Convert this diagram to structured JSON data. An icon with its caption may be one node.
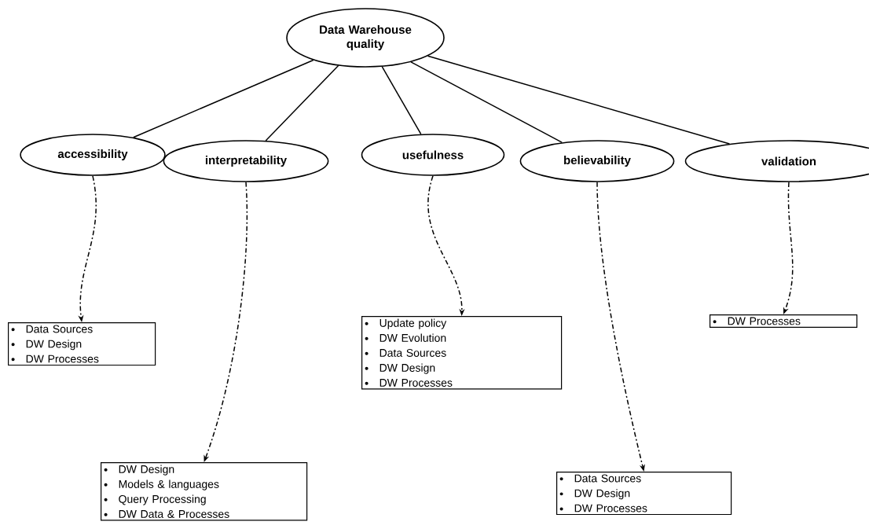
{
  "diagram": {
    "nodes": [
      {
        "text": [
          "Data Warehouse quality"
        ]
      },
      {
        "text": [
          "accessibility"
        ]
      },
      {
        "text": [
          "interpretability"
        ]
      },
      {
        "text": [
          "usefulness"
        ]
      },
      {
        "text": [
          "believability"
        ]
      },
      {
        "text": [
          "validation"
        ]
      },
      {
        "text": [
          "Data Sources",
          "DW Design",
          "DW Processes"
        ]
      },
      {
        "text": [
          "DW Design",
          "Models & languages",
          "Query Processing",
          "DW Data & Processes"
        ]
      },
      {
        "text": [
          "Update policy",
          "DW Evolution",
          "Data Sources",
          "DW Design",
          "DW Processes"
        ]
      },
      {
        "text": [
          "Data Sources",
          "DW Design",
          "DW Processes"
        ]
      },
      {
        "text": [
          "DW Processes"
        ]
      }
    ],
    "edges": [
      {
        "from": 0,
        "to": 1,
        "arrow": "none"
      },
      {
        "from": 0,
        "to": 2,
        "arrow": "none"
      },
      {
        "from": 0,
        "to": 3,
        "arrow": "none"
      },
      {
        "from": 0,
        "to": 4,
        "arrow": "none"
      },
      {
        "from": 0,
        "to": 5,
        "arrow": "none"
      },
      {
        "from": 1,
        "to": 6,
        "arrow": "to",
        "style": "dashed"
      },
      {
        "from": 2,
        "to": 7,
        "arrow": "to",
        "style": "dashed"
      },
      {
        "from": 3,
        "to": 8,
        "arrow": "to",
        "style": "dashed"
      },
      {
        "from": 4,
        "to": 9,
        "arrow": "to",
        "style": "dashed"
      },
      {
        "from": 5,
        "to": 10,
        "arrow": "to",
        "style": "dashed"
      }
    ]
  }
}
